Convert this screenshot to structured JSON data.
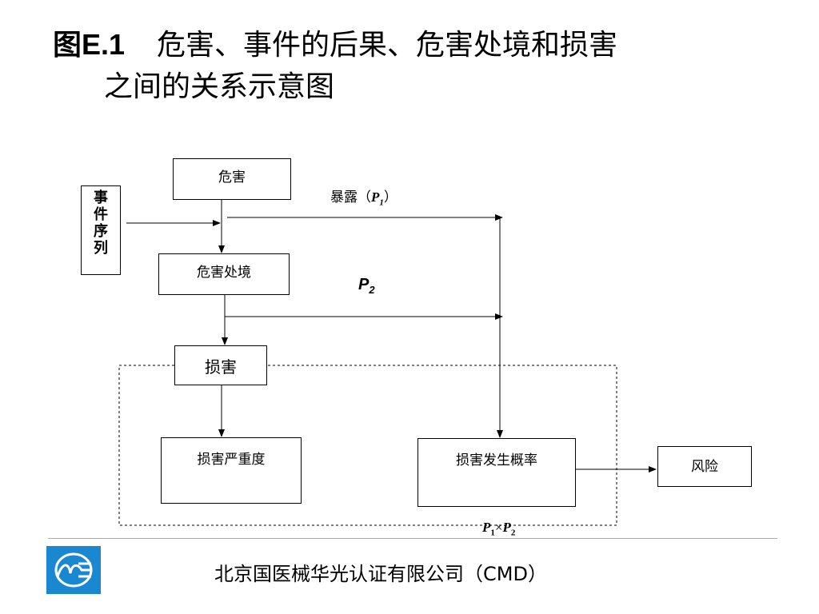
{
  "title": {
    "figure_number": "图E.1",
    "line1": "危害、事件的后果、危害处境和损害",
    "line2": "之间的关系示意图"
  },
  "diagram": {
    "hazard": "危害",
    "event_sequence": "事件序列",
    "hazardous_situation": "危害处境",
    "harm": "损害",
    "severity": "损害严重度",
    "probability": "损害发生概率",
    "risk": "风险",
    "exposure_label": "暴露（",
    "exposure_p": "P",
    "exposure_sub": "1",
    "exposure_close": "）",
    "p2": "P",
    "p2_sub": "2",
    "product_p1": "P",
    "product_sub1": "1",
    "product_times": "×",
    "product_p2": "P",
    "product_sub2": "2"
  },
  "footer": {
    "company": "北京国医械华光认证有限公司（CMD）"
  },
  "colors": {
    "logo_blue": "#1a88d0",
    "footer_line": "#b8a898"
  }
}
